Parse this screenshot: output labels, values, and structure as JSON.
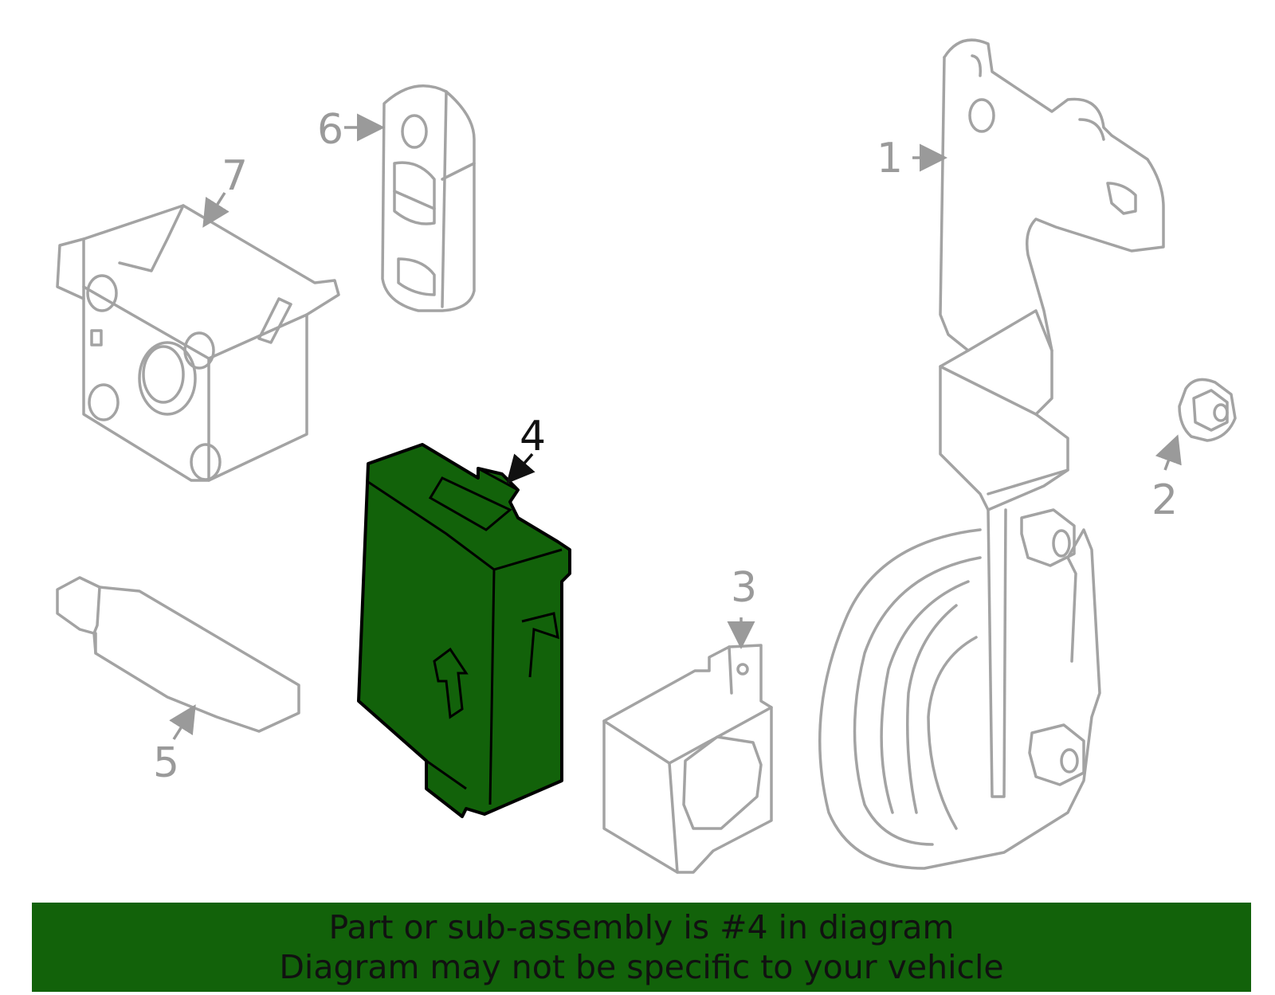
{
  "diagram": {
    "highlight_color": "#12620a",
    "highlight_part": "4",
    "callouts": [
      {
        "id": "1",
        "label": "1"
      },
      {
        "id": "2",
        "label": "2"
      },
      {
        "id": "3",
        "label": "3"
      },
      {
        "id": "4",
        "label": "4"
      },
      {
        "id": "5",
        "label": "5"
      },
      {
        "id": "6",
        "label": "6"
      },
      {
        "id": "7",
        "label": "7"
      }
    ]
  },
  "banner": {
    "line1": "Part or sub-assembly is #4 in diagram",
    "line2": "Diagram may not be specific to your vehicle",
    "background": "#12620a"
  }
}
